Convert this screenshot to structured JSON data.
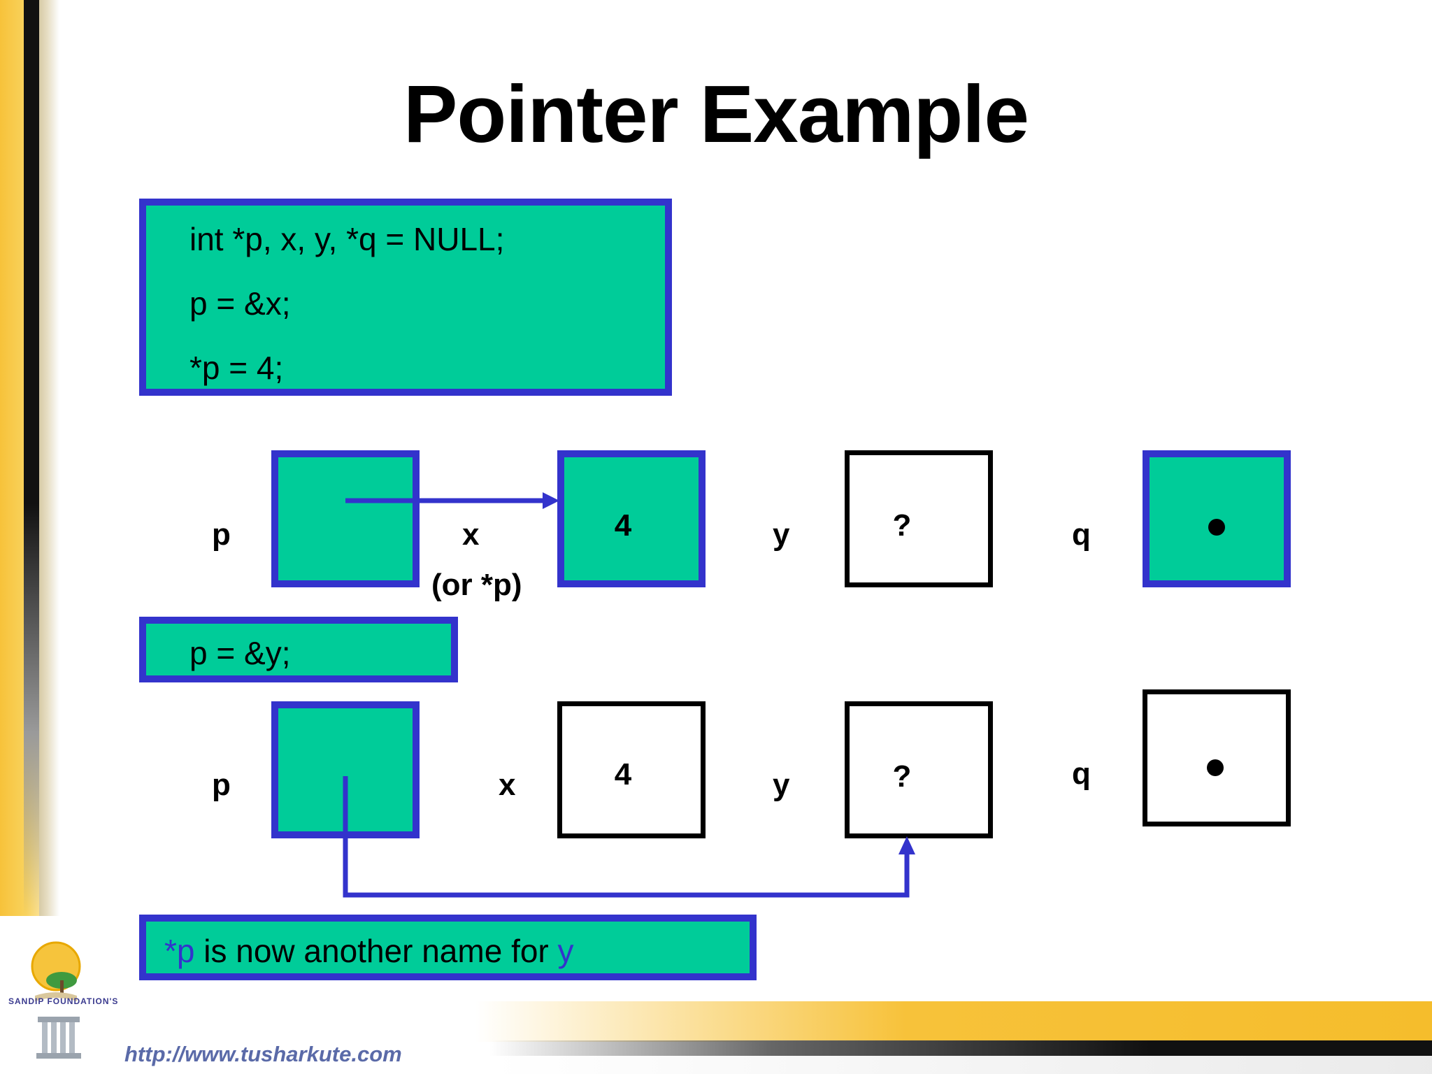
{
  "slide": {
    "title": "Pointer Example",
    "code_lines": [
      "int *p, x, y, *q = NULL;",
      "p = &x;",
      "*p = 4;"
    ],
    "row1": {
      "p_label": "p",
      "x_label": "x",
      "x_alias": "(or *p)",
      "x_value": "4",
      "y_label": "y",
      "y_value": "?",
      "q_label": "q"
    },
    "statement": "p = &y;",
    "row2": {
      "p_label": "p",
      "x_label": "x",
      "x_value": "4",
      "y_label": "y",
      "y_value": "?",
      "q_label": "q"
    },
    "note": {
      "star_p": "*p",
      "middle": " is now another name for ",
      "y": "y"
    },
    "footer": {
      "logo_text": "SANDIP FOUNDATION'S",
      "url": "http://www.tusharkute.com"
    },
    "colors": {
      "teal": "#00cc99",
      "pointer_blue": "#3333cc",
      "gold": "#f7c23a"
    }
  }
}
